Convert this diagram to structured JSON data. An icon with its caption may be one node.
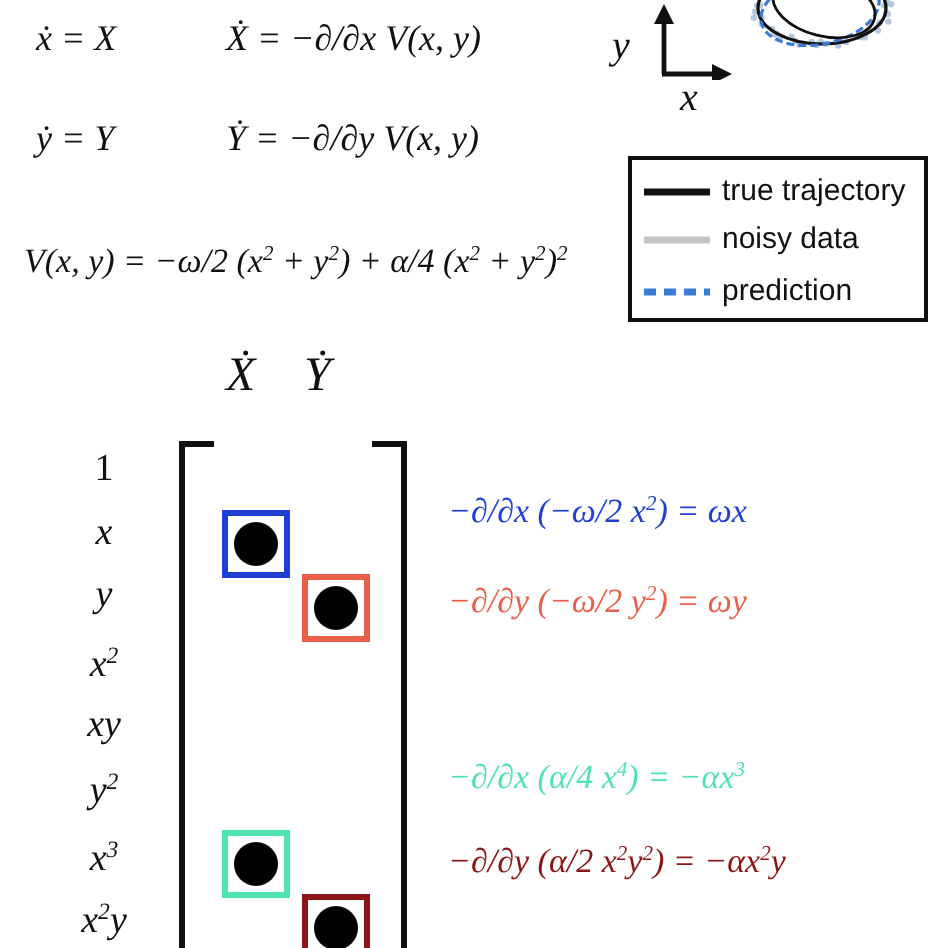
{
  "diagram": {
    "labels": [
      "ẋ = X",
      "Ẋ = −∂/∂x V(x, y)",
      "y",
      "x",
      "ẏ = Y",
      "Ẏ = −∂/∂y V(x, y)",
      "V(x, y) = −ω/2 (x$^{2}$ + y$^{2}$) + α/4 (x$^{2}$ + y$^{2}$)$^{2}$",
      "Ẋ",
      "Ẏ",
      "1",
      "x",
      "−∂/∂x (−ω/2 x$^{2}$) = ωx",
      "y",
      "−∂/∂y (−ω/2 y$^{2}$) = ωy",
      "x$^{2}$",
      "xy",
      "y$^{2}$",
      "−∂/∂x (α/4 x$^{4}$) = −αx$^{3}$",
      "x$^{3}$",
      "−∂/∂y (α/2 x$^{2}$y$^{2}$) = −αx$^{2}$y",
      "x$^{2}$y"
    ],
    "legend": [
      {
        "text": "true trajectory"
      },
      {
        "text": "noisy data"
      },
      {
        "text": "prediction"
      }
    ]
  }
}
